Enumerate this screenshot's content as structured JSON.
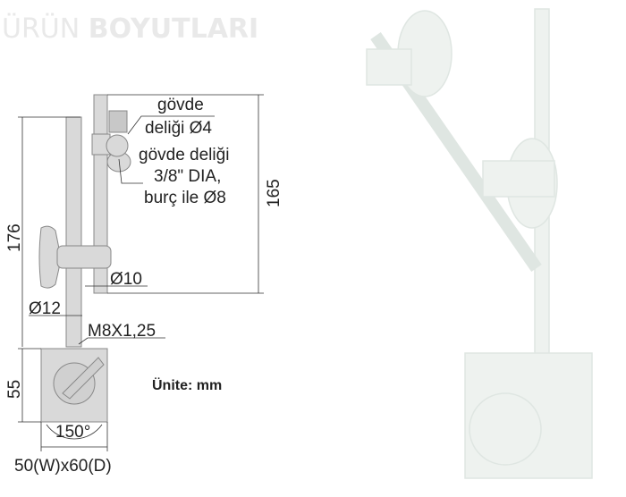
{
  "title": {
    "light": "ÜRÜN",
    "bold": "BOYUTLARI"
  },
  "labels": {
    "body_hole_1a": "gövde",
    "body_hole_1b": "deliği Ø4",
    "body_hole_2a": "gövde deliği",
    "body_hole_2b": "3/8\" DIA,",
    "body_hole_2c": "burç ile Ø8",
    "dim_165": "165",
    "dim_176": "176",
    "dim_rod_small": "Ø10",
    "dim_rod_large": "Ø12",
    "thread": "M8X1,25",
    "dim_base_height": "55",
    "angle": "150°",
    "base_size": "50(W)x60(D)",
    "unit": "Ünite: mm"
  },
  "colors": {
    "line": "#333333",
    "part_fill": "#d9d9d9",
    "part_stroke": "#888888",
    "faded": "#e4ebe7",
    "title": "#e9e9e9"
  }
}
